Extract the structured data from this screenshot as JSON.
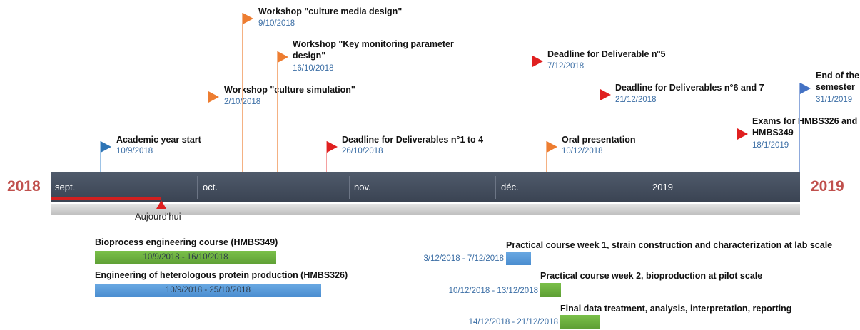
{
  "years": {
    "left": "2018",
    "right": "2019"
  },
  "axis": {
    "months": [
      "sept.",
      "oct.",
      "nov.",
      "déc.",
      "2019"
    ]
  },
  "today": {
    "label": "Aujourd'hui"
  },
  "milestones": [
    {
      "title": "Academic year start",
      "date": "10/9/2018",
      "color": "#2e75b6"
    },
    {
      "title": "Workshop \"culture simulation\"",
      "date": "2/10/2018",
      "color": "#ed7d31"
    },
    {
      "title": "Workshop \"culture media design\"",
      "date": "9/10/2018",
      "color": "#ed7d31"
    },
    {
      "title": "Workshop \"Key monitoring parameter design\"",
      "date": "16/10/2018",
      "color": "#ed7d31"
    },
    {
      "title": "Deadline for Deliverables n°1 to 4",
      "date": "26/10/2018",
      "color": "#e02020"
    },
    {
      "title": "Deadline for Deliverable n°5",
      "date": "7/12/2018",
      "color": "#e02020"
    },
    {
      "title": "Oral presentation",
      "date": "10/12/2018",
      "color": "#ed7d31"
    },
    {
      "title": "Deadline for Deliverables n°6 and 7",
      "date": "21/12/2018",
      "color": "#e02020"
    },
    {
      "title": "Exams for HMBS326 and HMBS349",
      "date": "18/1/2019",
      "color": "#e02020"
    },
    {
      "title": "End of the semester",
      "date": "31/1/2019",
      "color": "#4472c4"
    }
  ],
  "tasks": [
    {
      "title": "Bioprocess engineering course (HMBS349)",
      "range": "10/9/2018 - 16/10/2018",
      "color": "green"
    },
    {
      "title": "Engineering of heterologous protein production (HMBS326)",
      "range": "10/9/2018 - 25/10/2018",
      "color": "blue"
    },
    {
      "title": "Practical course week 1, strain construction and characterization at lab scale",
      "range": "3/12/2018 - 7/12/2018",
      "color": "blue"
    },
    {
      "title": "Practical course week 2, bioproduction at pilot scale",
      "range": "10/12/2018 - 13/12/2018",
      "color": "green"
    },
    {
      "title": "Final data treatment, analysis, interpretation, reporting",
      "range": "14/12/2018 - 21/12/2018",
      "color": "green"
    }
  ]
}
